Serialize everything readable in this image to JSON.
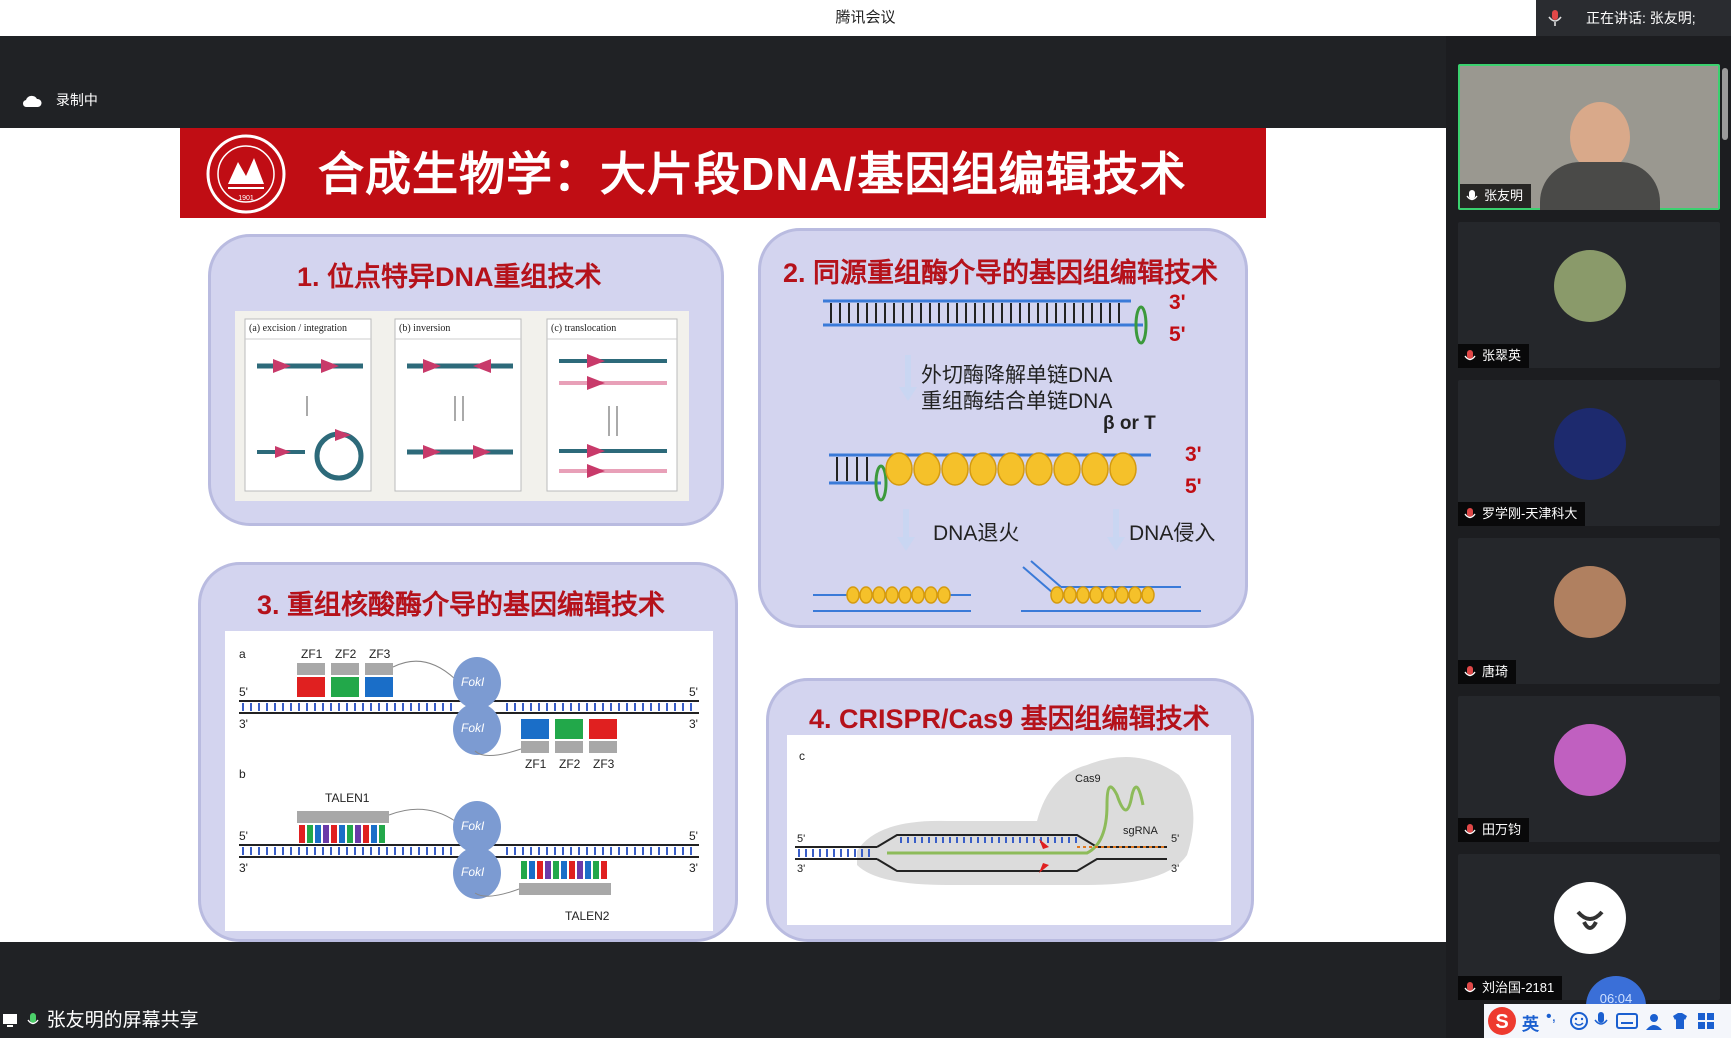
{
  "app": {
    "title": "腾讯会议",
    "speaking_label": "正在讲话: 张友明;",
    "recording_label": "录制中",
    "share_label": "张友明的屏幕共享",
    "timer": "06:04"
  },
  "slide": {
    "title": "合成生物学：大片段DNA/基因组编辑技术",
    "logo_text": "1901",
    "panel1": {
      "title": "1. 位点特异DNA重组技术",
      "fig_labels": [
        "(a)  excision / integration",
        "(b)      inversion",
        "(c)      translocation"
      ]
    },
    "panel2": {
      "title": "2. 同源重组酶介导的基因组编辑技术",
      "step1": "外切酶降解单链DNA",
      "step2": "重组酶结合单链DNA",
      "beta": "β or T",
      "three_prime": "3'",
      "five_prime": "5'",
      "anneal": "DNA退火",
      "invade": "DNA侵入"
    },
    "panel3": {
      "title": "3. 重组核酸酶介导的基因编辑技术",
      "label_a": "a",
      "label_b": "b",
      "zf1": "ZF1",
      "zf2": "ZF2",
      "zf3": "ZF3",
      "fok": "FokI",
      "talen1": "TALEN1",
      "talen2": "TALEN2",
      "p5": "5'",
      "p3": "3'"
    },
    "panel4": {
      "title": "4. CRISPR/Cas9 基因组编辑技术",
      "label_c": "c",
      "cas9": "Cas9",
      "sgrna": "sgRNA",
      "p5": "5'",
      "p3": "3'"
    }
  },
  "participants": [
    {
      "name": "张友明",
      "type": "video",
      "color": "#6b6b60"
    },
    {
      "name": "张翠英",
      "type": "avatar",
      "color": "#8a9a6a"
    },
    {
      "name": "罗学刚-天津科大",
      "type": "avatar",
      "color": "#1d2a6e"
    },
    {
      "name": "唐琦",
      "type": "avatar",
      "color": "#b08060"
    },
    {
      "name": "田万钧",
      "type": "avatar",
      "color": "#c060c0"
    },
    {
      "name": "刘治国-2181",
      "type": "avatar",
      "color": "#ffffff"
    }
  ],
  "ime": {
    "lang": "英",
    "brand": "S"
  }
}
